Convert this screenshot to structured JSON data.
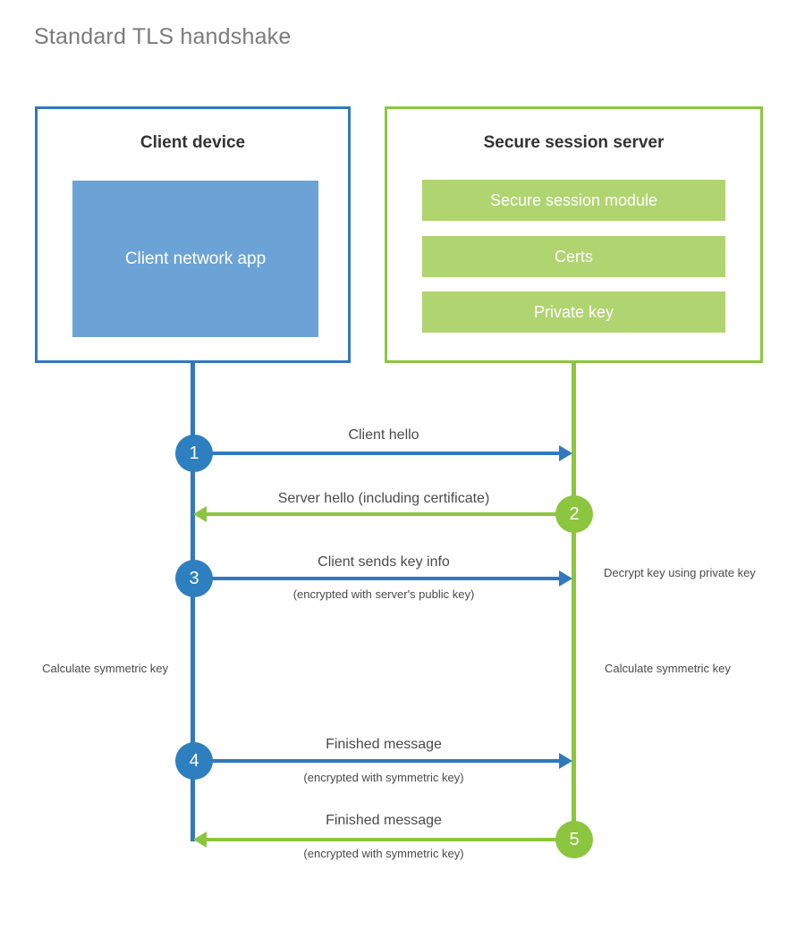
{
  "title": "Standard TLS handshake",
  "colors": {
    "client_blue": "#3178be",
    "client_circle_blue": "#2e7fbf",
    "client_app_fill": "#6ba3d6",
    "server_green": "#8cc63f",
    "server_bar_fill": "#b0d470",
    "title_gray": "#7b7b7b",
    "text_gray": "#4a4a4a",
    "heading_dark": "#333333",
    "background": "#ffffff"
  },
  "client": {
    "title": "Client device",
    "app_label": "Client network app"
  },
  "server": {
    "title": "Secure session server",
    "bars": [
      {
        "label": "Secure session module"
      },
      {
        "label": "Certs"
      },
      {
        "label": "Private key"
      }
    ]
  },
  "steps": [
    {
      "number": "1",
      "label": "Client hello",
      "sublabel": "",
      "direction": "client-to-server",
      "color": "blue"
    },
    {
      "number": "2",
      "label": "Server hello (including certificate)",
      "sublabel": "",
      "direction": "server-to-client",
      "color": "green"
    },
    {
      "number": "3",
      "label": "Client sends key info",
      "sublabel": "(encrypted with server's public key)",
      "direction": "client-to-server",
      "color": "blue"
    },
    {
      "number": "4",
      "label": "Finished message",
      "sublabel": "(encrypted with symmetric key)",
      "direction": "client-to-server",
      "color": "blue"
    },
    {
      "number": "5",
      "label": "Finished message",
      "sublabel": "(encrypted with symmetric key)",
      "direction": "server-to-client",
      "color": "green"
    }
  ],
  "annotations": {
    "server_decrypt": "Decrypt key using private key",
    "client_calculate": "Calculate symmetric key",
    "server_calculate": "Calculate symmetric key"
  }
}
